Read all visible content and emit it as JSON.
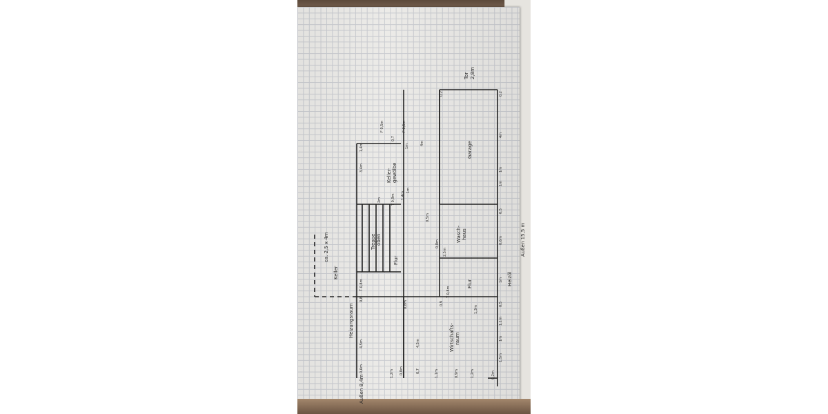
{
  "rooms": {
    "heizungsraum": "Heizungsraum",
    "keller": "Keller",
    "keller_size": "ca. 2,5 x 4m",
    "treppe": "Treppe",
    "treppe2": "oben",
    "flur_top": "Flur",
    "kellergewoelbe1": "Keller-",
    "kellergewoelbe2": "gewölbe",
    "wirtschaftsraum1": "Wirtschafts-",
    "wirtschaftsraum2": "raum",
    "flur_bottom": "Flur",
    "waschhaus1": "Wasch-",
    "waschhaus2": "haus",
    "garage": "Garage",
    "tor": "Tor",
    "tor_size": "2,8m",
    "aussen": "Außen 15,5 m",
    "heizoel": "Heizöl",
    "corner_note": "Außen 8,4m"
  },
  "dims": {
    "d45_top": "4,5m",
    "d06_a": "0,6m",
    "d08_a": "0,8",
    "t08_a": "T 0,8m",
    "d34": "3,4m",
    "d14_a": "1,4m",
    "d2m": "2m",
    "d05": "0,5m",
    "f05": "F 0,5m",
    "d07": "0,7",
    "f05b": "F 0,5m",
    "d1m_a": "1m",
    "d4m_a": "4m",
    "d02_a": "0,2",
    "t09": "T 0,9m",
    "d14_b": "1,4m",
    "d1m_b": "1m",
    "d08_b": "0,8m",
    "d45_mid": "4,5m",
    "d12": "1,2m",
    "d08_c": "0,8m",
    "d07_b": "0,7",
    "d11": "1,1m",
    "d09": "0,9m",
    "d12_b": "1,2m",
    "d02_b": "0,2m",
    "d09_b": "0,9",
    "t08_b": "T 0,8m",
    "d08_d": "0,8m",
    "d25": "2,5m",
    "d05_b": "0,5m",
    "d13": "1,3m",
    "d05_c": "0,5",
    "d11_b": "1,1m",
    "d1m_c": "1m",
    "d15": "1,5m",
    "d06_b": "0,6m",
    "d1m_d": "1m",
    "d05_d": "0,5",
    "d1m_e": "1m",
    "d1m_f": "1m",
    "d4m_b": "4m",
    "d02_c": "0,2"
  }
}
